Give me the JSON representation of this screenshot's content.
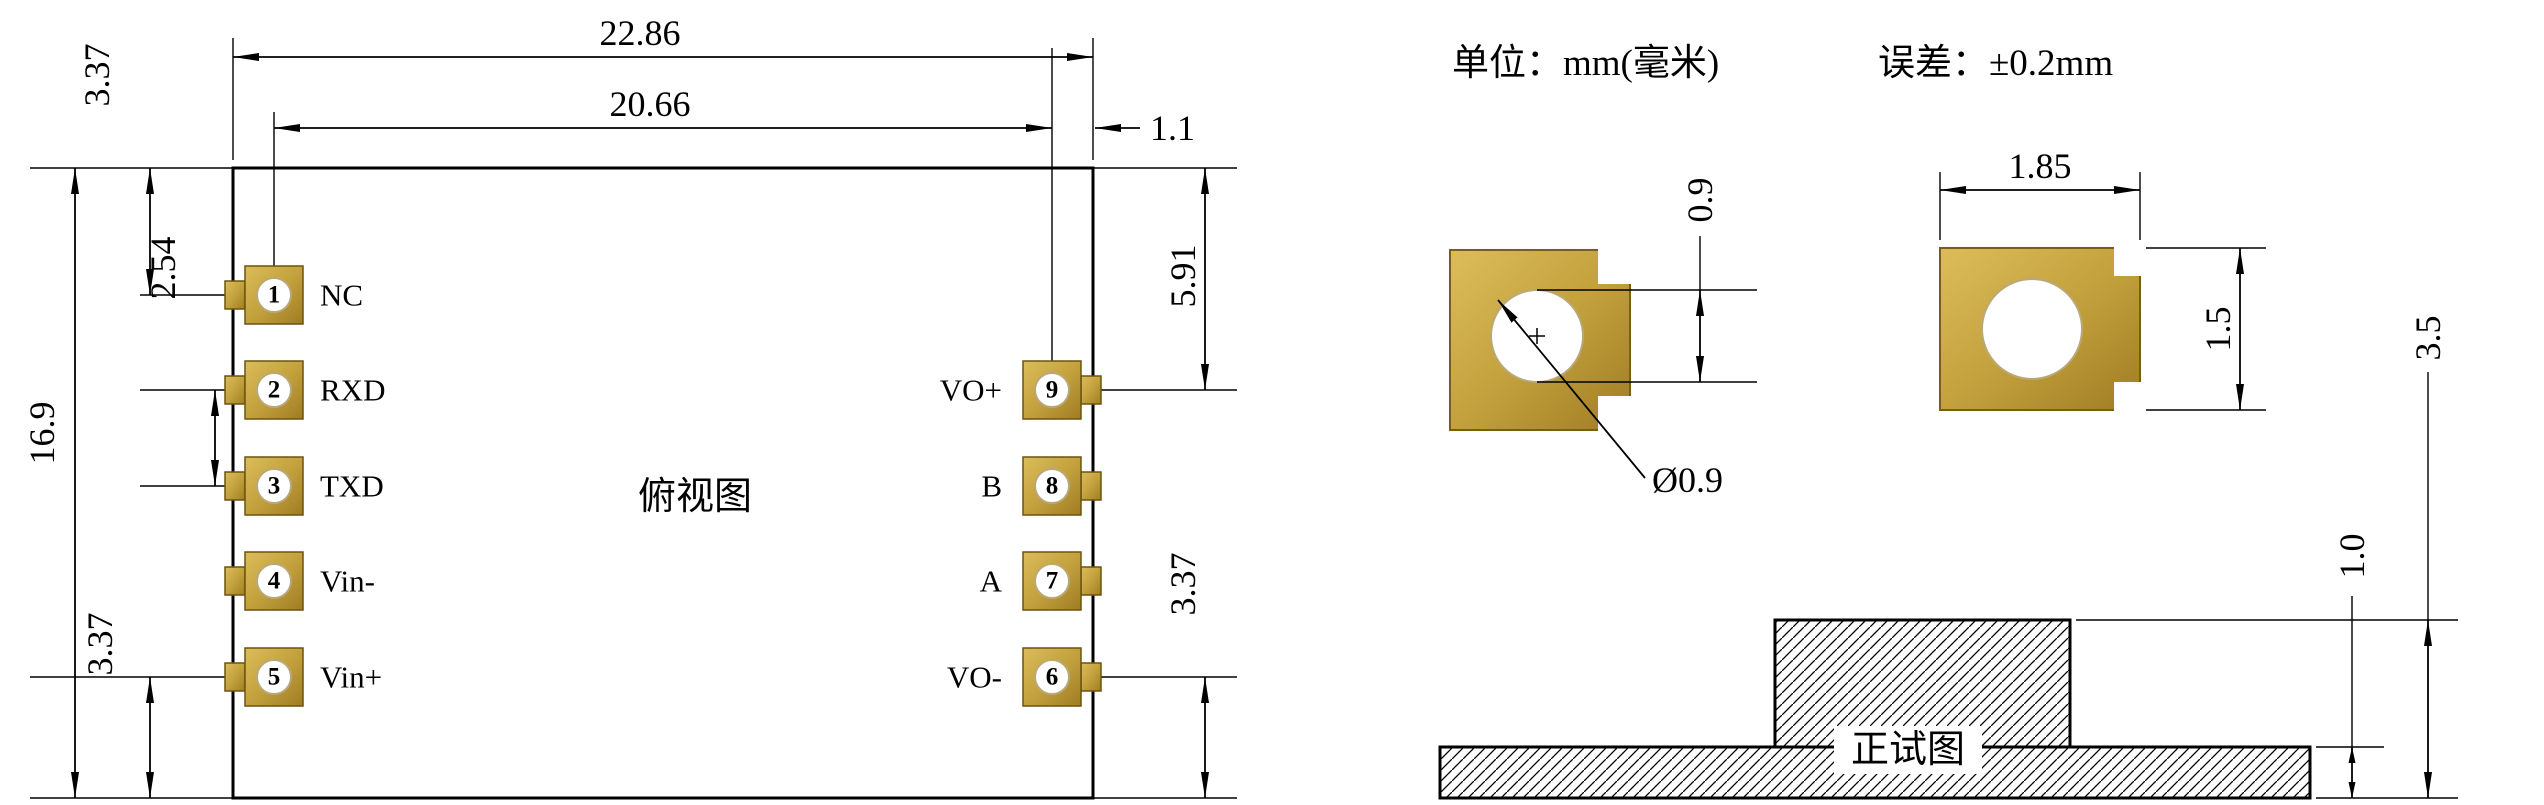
{
  "colors": {
    "background": "#ffffff",
    "line": "#000000",
    "pad_gold": "#c3a23e",
    "pad_border": "#6b540f",
    "hole": "#ffffff"
  },
  "notes": {
    "unit_label": "单位：mm(毫米)",
    "tolerance_label": "误差：±0.2mm"
  },
  "top_view": {
    "title": "俯视图",
    "dims": {
      "overall_width": "22.86",
      "pin_column_span": "20.66",
      "pin_column_to_edge": "1.1",
      "top_edge_to_pin1": "3.37",
      "pin_pitch": "2.54",
      "overall_height": "16.9",
      "pin5_to_bottom_edge": "3.37",
      "top_edge_to_pin9": "5.91",
      "pin6_to_bottom_edge": "3.37"
    },
    "left_pins": [
      {
        "num": "1",
        "label": "NC"
      },
      {
        "num": "2",
        "label": "RXD"
      },
      {
        "num": "3",
        "label": "TXD"
      },
      {
        "num": "4",
        "label": "Vin-"
      },
      {
        "num": "5",
        "label": "Vin+"
      }
    ],
    "right_pins": [
      {
        "num": "9",
        "label": "VO+"
      },
      {
        "num": "8",
        "label": "B"
      },
      {
        "num": "7",
        "label": "A"
      },
      {
        "num": "6",
        "label": "VO-"
      }
    ]
  },
  "pad_detail": {
    "hole_height": "0.9",
    "hole_diameter_label": "Ø0.9",
    "pad_width": "1.85",
    "pad_height": "1.5"
  },
  "side_view": {
    "title": "正试图",
    "overall_height": "3.5",
    "base_thickness": "1.0"
  }
}
